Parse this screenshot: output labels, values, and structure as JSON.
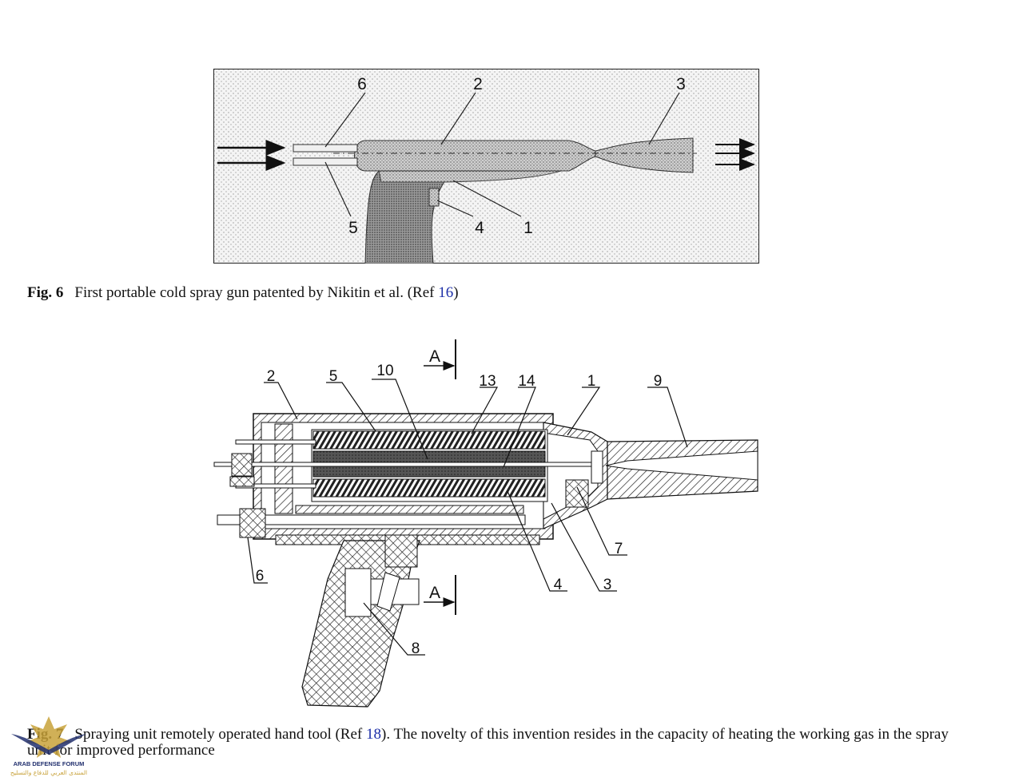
{
  "fig6": {
    "part_labels": [
      "6",
      "2",
      "3",
      "5",
      "4",
      "1"
    ],
    "caption_label": "Fig. 6",
    "caption_text": "First portable cold spray gun patented by Nikitin et al. (Ref ",
    "caption_ref": "16",
    "caption_close": ")"
  },
  "fig7": {
    "part_labels": [
      "2",
      "5",
      "10",
      "13",
      "14",
      "1",
      "9",
      "7",
      "3",
      "4",
      "6",
      "8"
    ],
    "section_label": "A",
    "caption_label": "Fig. 7",
    "caption_text": "Spraying unit remotely operated hand tool (Ref ",
    "caption_ref": "18",
    "caption_text2": "). The novelty of this invention resides in the capacity of heating the working gas in the spray unit for improved performance"
  },
  "watermark": {
    "line1": "ARAB DEFENSE FORUM",
    "line2": "المنتدى العربي للدفاع والتسليح",
    "colors": {
      "gold": "#c8a23a",
      "navy": "#22306e"
    }
  },
  "colors": {
    "ref_link": "#1d2fa8"
  }
}
